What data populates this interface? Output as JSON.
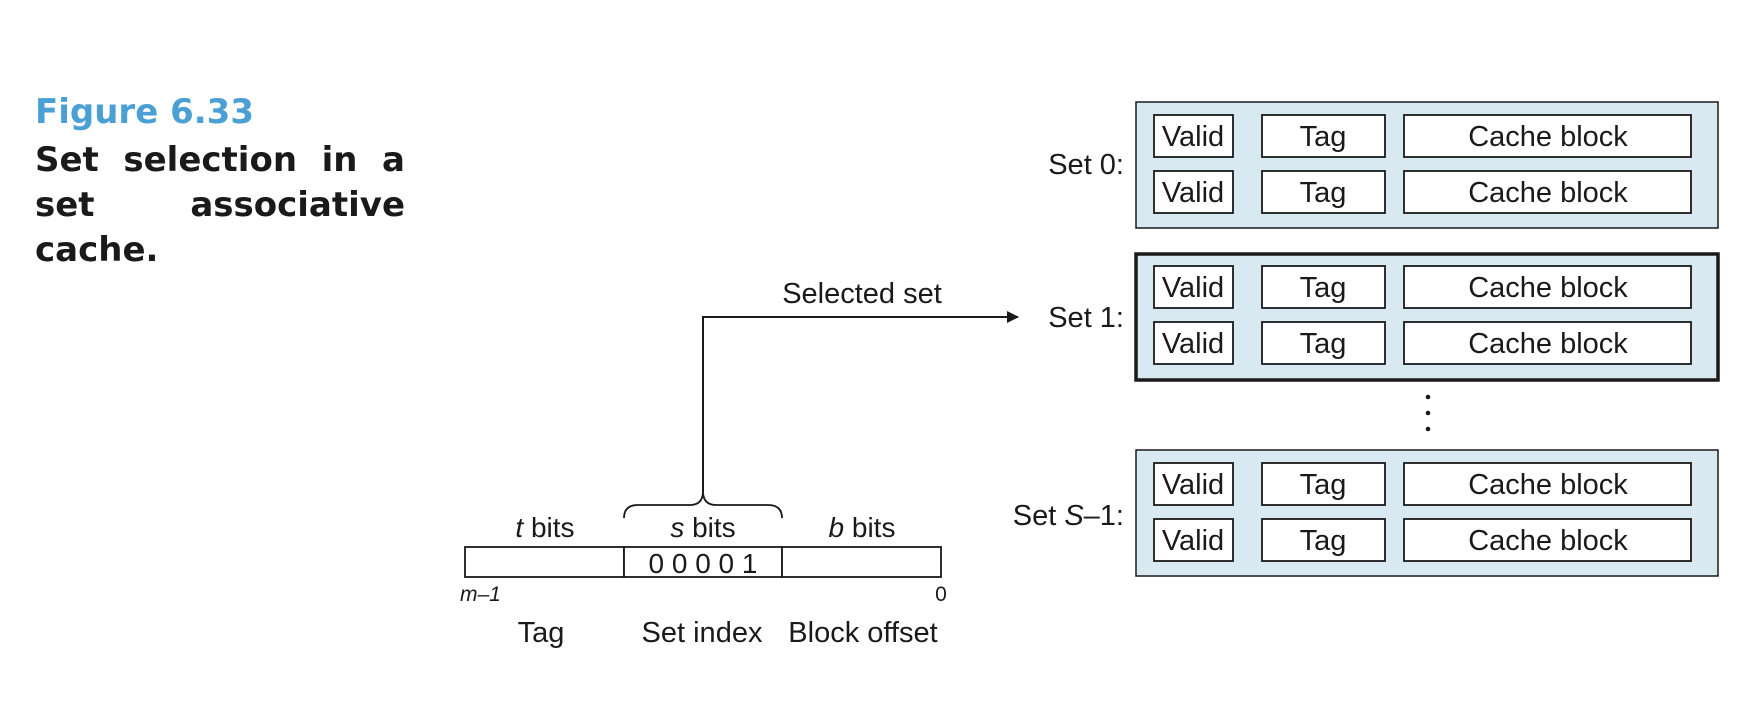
{
  "figure": {
    "number": "Figure 6.33",
    "caption": "Set selection in a set associative cache."
  },
  "address": {
    "fields": [
      {
        "var": "t",
        "unit": " bits",
        "value": "",
        "name": "Tag"
      },
      {
        "var": "s",
        "unit": " bits",
        "value": "0 0 0 0 1",
        "name": "Set index"
      },
      {
        "var": "b",
        "unit": " bits",
        "value": "",
        "name": "Block offset"
      }
    ],
    "msb_label": "m–1",
    "lsb_label": "0"
  },
  "arrow_label": "Selected set",
  "sets": [
    {
      "label": "Set 0:",
      "selected": false
    },
    {
      "label": "Set 1:",
      "selected": true
    },
    {
      "label_prefix": "Set ",
      "label_var": "S",
      "label_suffix": "–1:",
      "selected": false
    }
  ],
  "line": {
    "valid": "Valid",
    "tag": "Tag",
    "block": "Cache block"
  },
  "colors": {
    "set_fill": "#d8e9f2",
    "title_blue": "#4a9fd4",
    "ink": "#1a1a1a"
  }
}
